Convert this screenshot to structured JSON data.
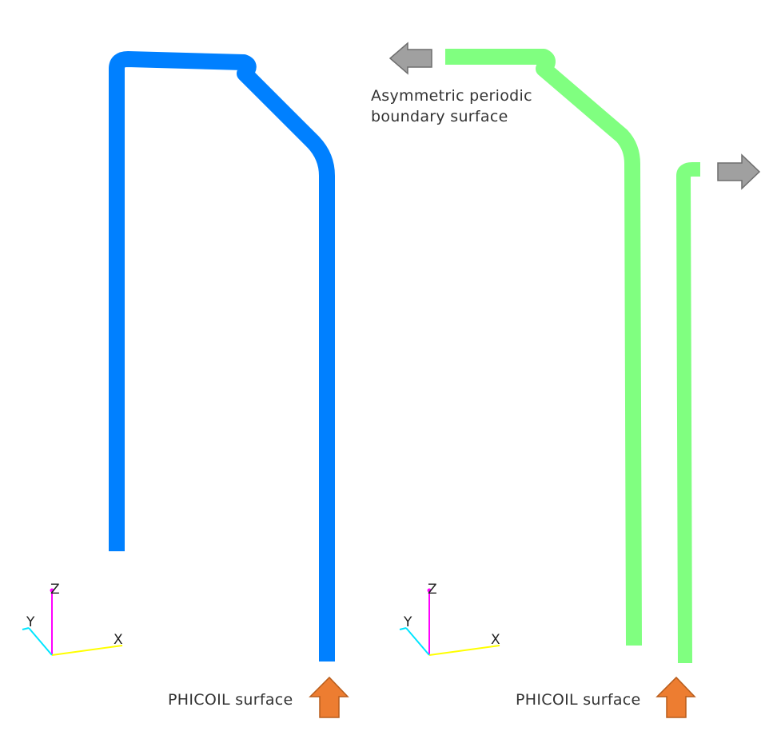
{
  "colors": {
    "left_coil": "#0080ff",
    "right_coil": "#80ff80",
    "boundary_arrow": "#a0a0a0",
    "phicoil_arrow": "#ed7d31"
  },
  "labels": {
    "boundary_line1": "Asymmetric periodic",
    "boundary_line2": "boundary surface",
    "phicoil_left": "PHICOIL surface",
    "phicoil_right": "PHICOIL surface"
  },
  "axes": {
    "x": "X",
    "y": "Y",
    "z": "Z"
  }
}
